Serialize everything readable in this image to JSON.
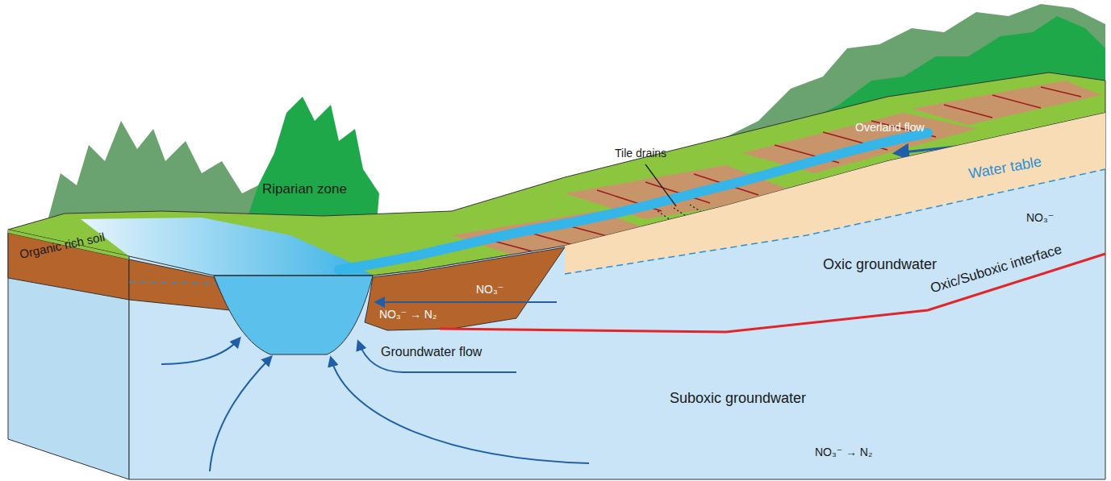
{
  "diagram": {
    "labels": [
      "Riparian zone",
      "Organic rich soil",
      "Tile drains",
      "Overland flow",
      "Water table",
      "NO₃⁻",
      "Oxic groundwater",
      "Oxic/Suboxic interface",
      "NO₃⁻ → N₂",
      "NO₃⁻",
      "Groundwater flow",
      "Suboxic groundwater",
      "NO₃⁻ → N₂"
    ]
  }
}
